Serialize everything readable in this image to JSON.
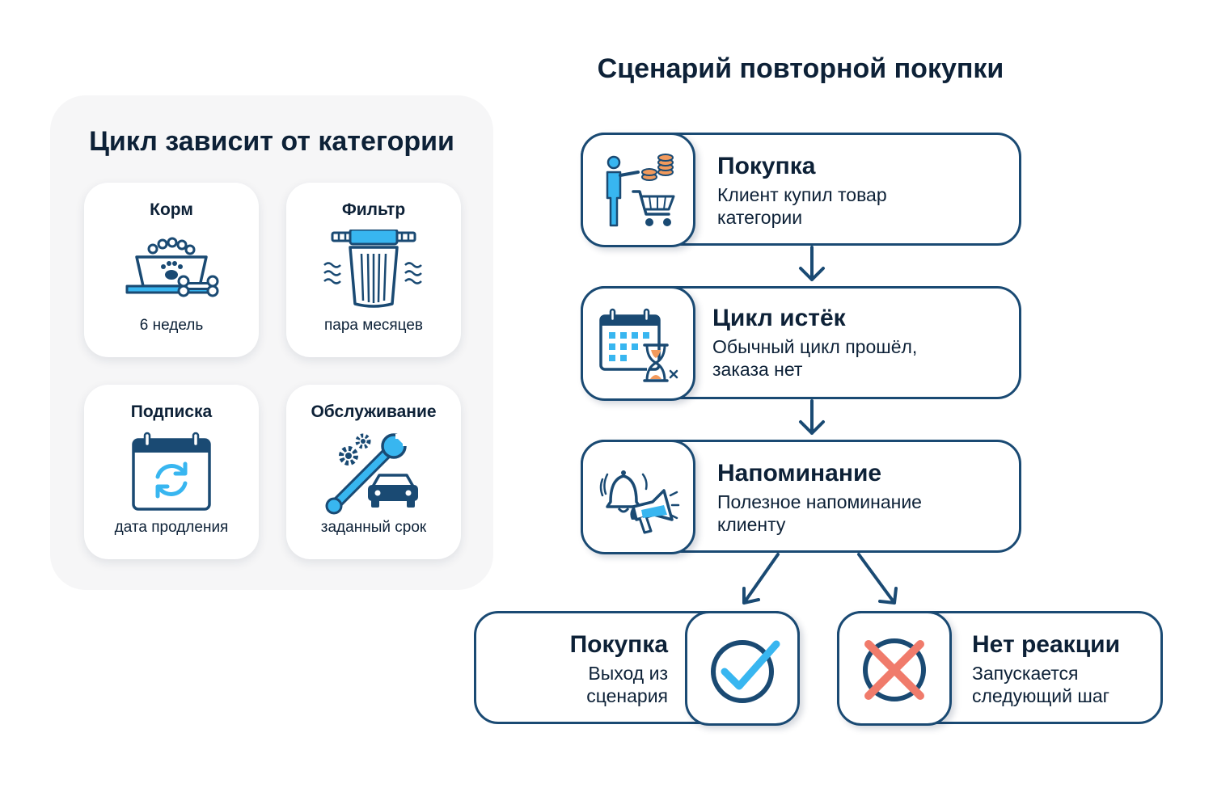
{
  "left": {
    "title": "Цикл зависит от категории",
    "cards": [
      {
        "name": "Корм",
        "sub": "6 недель",
        "icon": "pet-bowl-icon"
      },
      {
        "name": "Фильтр",
        "sub": "пара месяцев",
        "icon": "water-filter-icon"
      },
      {
        "name": "Подписка",
        "sub": "дата продления",
        "icon": "calendar-renew-icon"
      },
      {
        "name": "Обслуживание",
        "sub": "заданный срок",
        "icon": "car-service-icon"
      }
    ]
  },
  "flow": {
    "title": "Сценарий повторной покупки",
    "steps": [
      {
        "title": "Покупка",
        "desc_line1": "Клиент купил товар",
        "desc_line2": "категории",
        "icon": "shopping-cart-icon"
      },
      {
        "title": "Цикл истёк",
        "desc_line1": "Обычный цикл прошёл,",
        "desc_line2": "заказа нет",
        "icon": "calendar-hourglass-icon"
      },
      {
        "title": "Напоминание",
        "desc_line1": "Полезное напоминание",
        "desc_line2": "клиенту",
        "icon": "bell-megaphone-icon"
      }
    ],
    "outcomes": [
      {
        "title": "Покупка",
        "desc_line1": "Выход из",
        "desc_line2": "сценария",
        "icon": "checkmark-icon"
      },
      {
        "title": "Нет реакции",
        "desc_line1": "Запускается",
        "desc_line2": "следующий шаг",
        "icon": "cross-icon"
      }
    ]
  },
  "colors": {
    "dark_blue": "#1a4a73",
    "light_blue": "#38b6f0",
    "orange": "#f29a5c",
    "red_cross": "#f07b6b",
    "panel_bg": "#f6f6f7"
  }
}
